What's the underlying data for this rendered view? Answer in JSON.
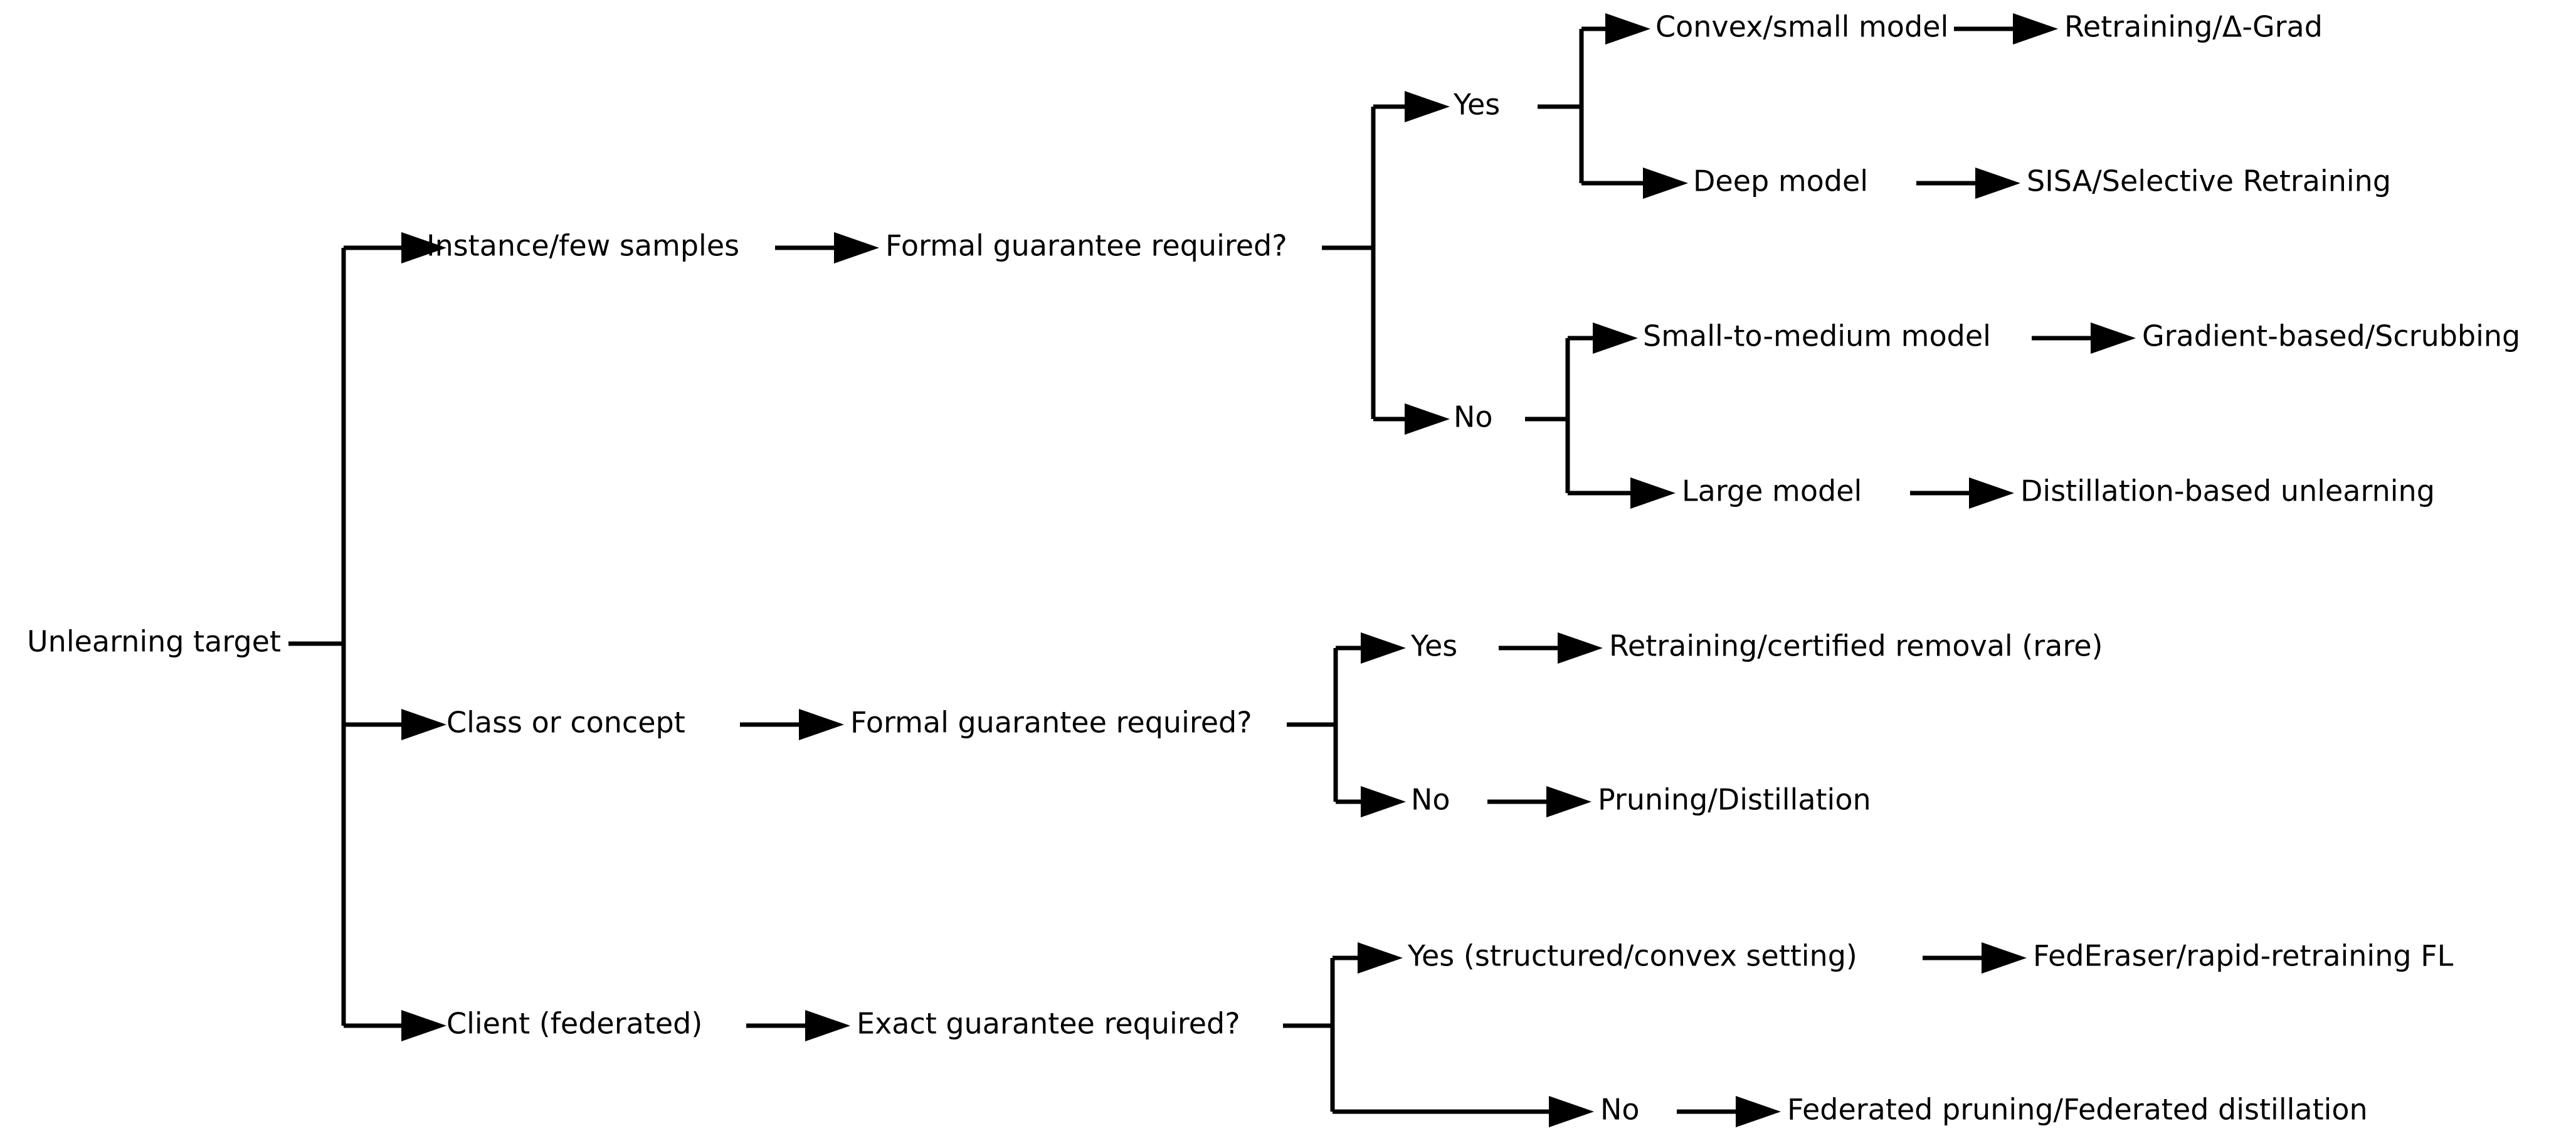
{
  "diagram": {
    "type": "decision-tree",
    "title_text": "Unlearning target",
    "root": {
      "label": "Unlearning target"
    },
    "branches": [
      {
        "id": "instance",
        "target_label": "Instance/few samples",
        "question_label": "Formal guarantee required?",
        "options": [
          {
            "id": "instance-yes",
            "answer_label": "Yes",
            "cases": [
              {
                "condition_label": "Convex/small model",
                "method_label": "Retraining/Δ-Grad"
              },
              {
                "condition_label": "Deep model",
                "method_label": "SISA/Selective Retraining"
              }
            ]
          },
          {
            "id": "instance-no",
            "answer_label": "No",
            "cases": [
              {
                "condition_label": "Small-to-medium model",
                "method_label": "Gradient-based/Scrubbing"
              },
              {
                "condition_label": "Large model",
                "method_label": "Distillation-based unlearning"
              }
            ]
          }
        ]
      },
      {
        "id": "class",
        "target_label": "Class or concept",
        "question_label": "Formal guarantee required?",
        "options": [
          {
            "id": "class-yes",
            "answer_label": "Yes",
            "cases": [
              {
                "condition_label": "",
                "method_label": "Retraining/certified removal (rare)"
              }
            ]
          },
          {
            "id": "class-no",
            "answer_label": "No",
            "cases": [
              {
                "condition_label": "",
                "method_label": "Pruning/Distillation"
              }
            ]
          }
        ]
      },
      {
        "id": "client",
        "target_label": "Client (federated)",
        "question_label": "Exact guarantee required?",
        "options": [
          {
            "id": "client-yes",
            "answer_label": "Yes (structured/convex setting)",
            "cases": [
              {
                "condition_label": "",
                "method_label": "FedEraser/rapid-retraining FL"
              }
            ]
          },
          {
            "id": "client-no",
            "answer_label": "No",
            "cases": [
              {
                "condition_label": "",
                "method_label": "Federated pruning/Federated distillation"
              }
            ]
          }
        ]
      }
    ],
    "colors": {
      "background": "#ffffff",
      "line": "#000000",
      "text": "#000000"
    }
  }
}
